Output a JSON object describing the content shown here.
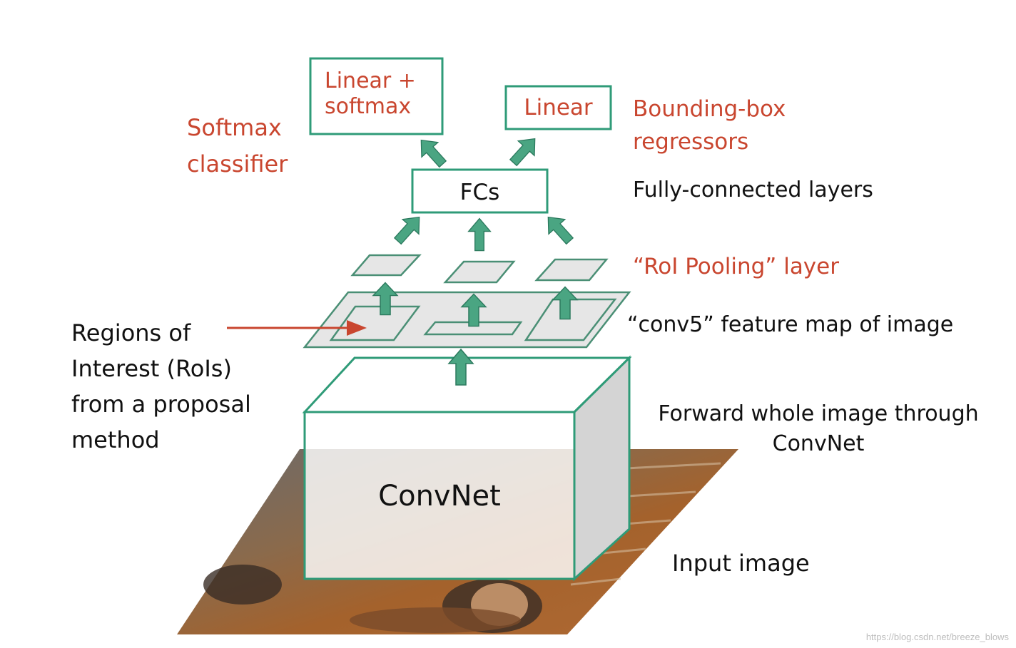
{
  "colors": {
    "box_border": "#2f9b78",
    "arrow_fill": "#4aa582",
    "arrow_stroke": "#2c7a5e",
    "label_red": "#c9462f",
    "label_black": "#111111",
    "plane_fill": "#e6e6e6",
    "plane_stroke": "#4a8f75"
  },
  "boxes": {
    "linear_softmax": {
      "line1": "Linear +",
      "line2": "softmax"
    },
    "linear": {
      "text": "Linear"
    },
    "fcs": {
      "text": "FCs"
    },
    "convnet": {
      "text": "ConvNet"
    }
  },
  "labels": {
    "softmax_classifier": {
      "line1": "Softmax",
      "line2": "classifier"
    },
    "bbox_regressors": {
      "line1": "Bounding-box",
      "line2": "regressors"
    },
    "fully_connected": "Fully-connected layers",
    "roi_pooling": "“RoI Pooling” layer",
    "conv5": "“conv5” feature map of image",
    "rois": {
      "line1": "Regions of",
      "line2": "Interest (RoIs)",
      "line3": "from a proposal",
      "line4": "method"
    },
    "forward": {
      "line1": "Forward whole image through",
      "line2": "ConvNet"
    },
    "input_image": "Input image"
  },
  "watermark": "https://blog.csdn.net/breeze_blows"
}
